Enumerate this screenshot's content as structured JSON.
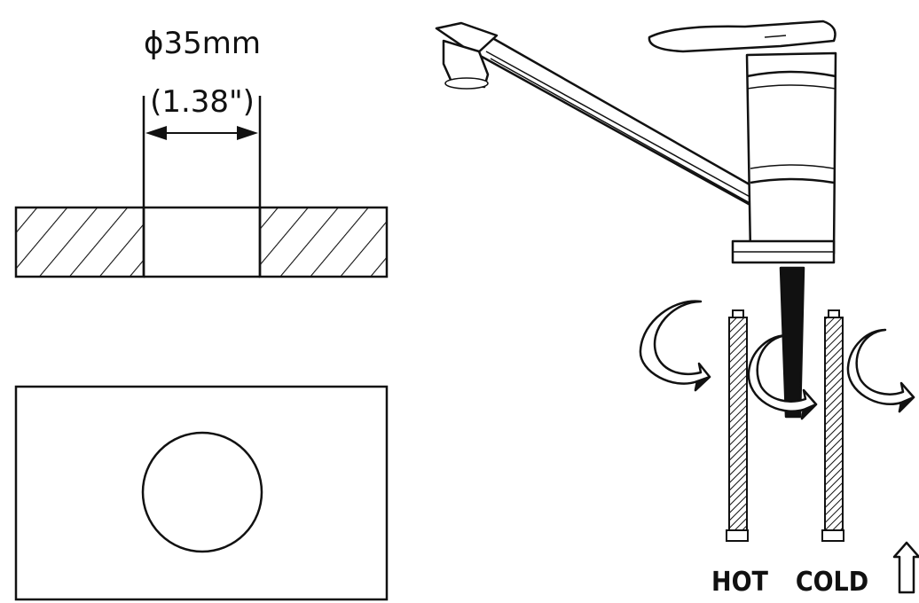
{
  "dimension": {
    "metric": "ϕ35mm",
    "imperial": "(1.38\")"
  },
  "hoses": {
    "hot_label": "HOT",
    "cold_label": "COLD"
  },
  "icons": {
    "rotate": "curved-rotate-arrow-icon",
    "push": "up-arrow-icon"
  }
}
